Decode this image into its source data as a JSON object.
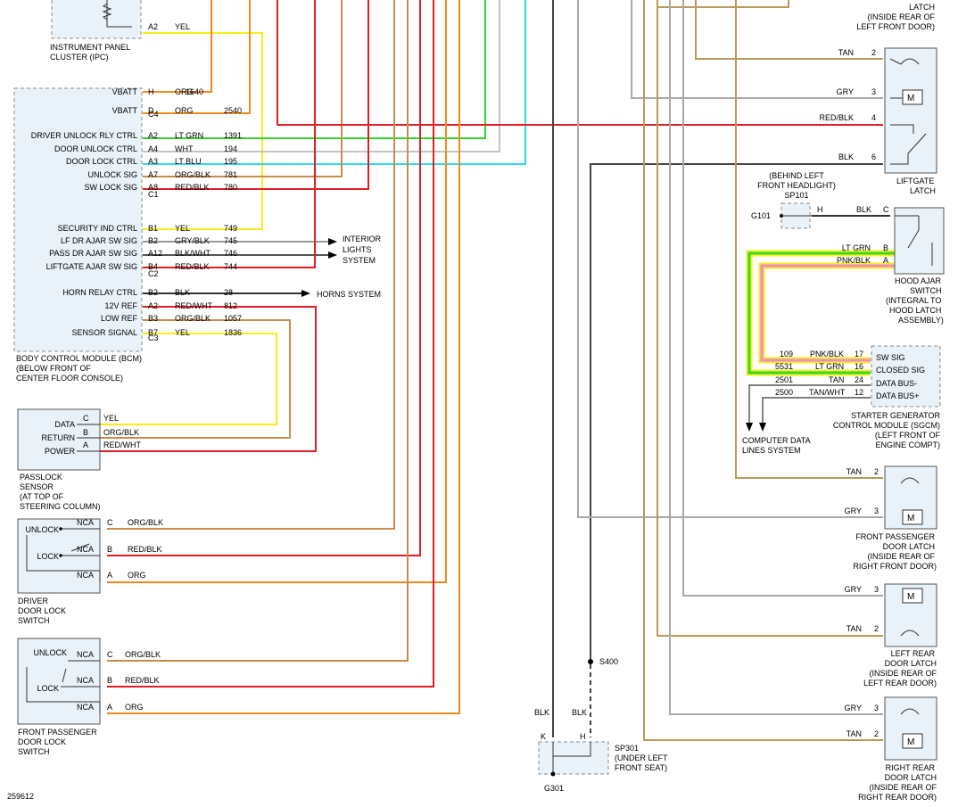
{
  "diagram_id": "259612",
  "colors": {
    "ORG": "#f08a1c",
    "RED": "#e01f25",
    "YEL": "#f7ee1a",
    "LTGRN": "#36d630",
    "LTBLU": "#2fd9e8",
    "WHT": "#b8b8b8",
    "TAN": "#b89a5e",
    "ORGBLK": "#c98c4c",
    "REDBLK": "#e01f25",
    "GRY": "#a8a8a8",
    "BLK": "#404040",
    "PNK": "#f08ad0"
  },
  "modules": {
    "ipc": {
      "label1": "INSTRUMENT PANEL",
      "label2": "CLUSTER (IPC)"
    },
    "bcm": {
      "label1": "BODY CONTROL MODULE (BCM)",
      "label2": "(BELOW FRONT OF",
      "label3": "CENTER FLOOR CONSOLE)"
    },
    "passlock": {
      "label1": "PASSLOCK",
      "label2": "SENSOR",
      "label3": "(AT TOP OF",
      "label4": "STEERING COLUMN)",
      "pin_data": "DATA",
      "pin_return": "RETURN",
      "pin_power": "POWER"
    },
    "driver_switch": {
      "label1": "DRIVER",
      "label2": "DOOR LOCK",
      "label3": "SWITCH",
      "unlock": "UNLOCK",
      "lock": "LOCK"
    },
    "fp_switch": {
      "label1": "FRONT PASSENGER",
      "label2": "DOOR LOCK",
      "label3": "SWITCH",
      "unlock": "UNLOCK",
      "lock": "LOCK"
    },
    "liftgate": {
      "label1": "LIFTGATE",
      "label2": "LATCH"
    },
    "lf_latch": {
      "label1": "LATCH",
      "label2": "(INSIDE REAR OF",
      "label3": "LEFT FRONT DOOR)"
    },
    "hood": {
      "label1": "HOOD AJAR",
      "label2": "SWITCH",
      "label3": "(INTEGRAL TO",
      "label4": "HOOD LATCH",
      "label5": "ASSEMBLY)"
    },
    "sgcm": {
      "label1": "STARTER GENERATOR",
      "label2": "CONTROL MODULE (SGCM)",
      "label3": "(LEFT FRONT OF",
      "label4": "ENGINE COMPT)",
      "pin_sw": "SW SIG",
      "pin_closed": "CLOSED SIG",
      "pin_dminus": "DATA BUS-",
      "pin_dplus": "DATA BUS+"
    },
    "fp_latch": {
      "label1": "FRONT PASSENGER",
      "label2": "DOOR LATCH",
      "label3": "(INSIDE REAR OF",
      "label4": "RIGHT FRONT DOOR)"
    },
    "lr_latch": {
      "label1": "LEFT REAR",
      "label2": "DOOR LATCH",
      "label3": "(INSIDE REAR OF",
      "label4": "LEFT REAR DOOR)"
    },
    "rr_latch": {
      "label1": "RIGHT REAR",
      "label2": "DOOR LATCH",
      "label3": "(INSIDE REAR OF",
      "label4": "RIGHT REAR DOOR)"
    },
    "sp101": {
      "label1": "(BEHIND LEFT",
      "label2": "FRONT HEADLIGHT)",
      "label3": "SP101",
      "ground": "G101"
    },
    "sp301": {
      "label1": "SP301",
      "label2": "(UNDER LEFT",
      "label3": "FRONT SEAT)",
      "ground": "G301",
      "pin_k": "K",
      "pin_h": "H"
    },
    "s400": "S400"
  },
  "destinations": {
    "interior": {
      "l1": "INTERIOR",
      "l2": "LIGHTS",
      "l3": "SYSTEM"
    },
    "horns": "HORNS SYSTEM",
    "data": {
      "l1": "COMPUTER DATA",
      "l2": "LINES SYSTEM"
    }
  },
  "ipc_pins": [
    {
      "pin": "A2",
      "color": "YEL"
    }
  ],
  "bcm_pins": [
    {
      "name": "VBATT",
      "pin": "H",
      "color": "ORG",
      "circuit": "1640"
    },
    {
      "name": "VBATT",
      "pin": "D",
      "color": "ORG",
      "circuit": "2540"
    },
    {
      "name": "",
      "pin": "C4",
      "color": "",
      "circuit": ""
    },
    {
      "name": "DRIVER UNLOCK RLY CTRL",
      "pin": "A2",
      "color": "LT GRN",
      "circuit": "1391"
    },
    {
      "name": "DOOR UNLOCK CTRL",
      "pin": "A4",
      "color": "WHT",
      "circuit": "194"
    },
    {
      "name": "DOOR LOCK CTRL",
      "pin": "A3",
      "color": "LT BLU",
      "circuit": "195"
    },
    {
      "name": "UNLOCK SIG",
      "pin": "A7",
      "color": "ORG/BLK",
      "circuit": "781"
    },
    {
      "name": "SW LOCK SIG",
      "pin": "A8",
      "color": "RED/BLK",
      "circuit": "780"
    },
    {
      "name": "",
      "pin": "C1",
      "color": "",
      "circuit": ""
    },
    {
      "name": "SECURITY IND CTRL",
      "pin": "B1",
      "color": "YEL",
      "circuit": "749"
    },
    {
      "name": "LF DR AJAR SW SIG",
      "pin": "B2",
      "color": "GRY/BLK",
      "circuit": "745"
    },
    {
      "name": "PASS DR AJAR SW SIG",
      "pin": "A12",
      "color": "BLK/WHT",
      "circuit": "746"
    },
    {
      "name": "LIFTGATE AJAR SW SIG",
      "pin": "B4",
      "color": "RED/BLK",
      "circuit": "744"
    },
    {
      "name": "",
      "pin": "C2",
      "color": "",
      "circuit": ""
    },
    {
      "name": "HORN RELAY CTRL",
      "pin": "B2",
      "color": "BLK",
      "circuit": "28"
    },
    {
      "name": "12V REF",
      "pin": "A2",
      "color": "RED/WHT",
      "circuit": "812"
    },
    {
      "name": "LOW REF",
      "pin": "B3",
      "color": "ORG/BLK",
      "circuit": "1057"
    },
    {
      "name": "SENSOR SIGNAL",
      "pin": "B7",
      "color": "YEL",
      "circuit": "1836"
    },
    {
      "name": "",
      "pin": "C3",
      "color": "",
      "circuit": ""
    }
  ],
  "passlock_pins": [
    {
      "pin": "C",
      "color": "YEL"
    },
    {
      "pin": "B",
      "color": "ORG/BLK"
    },
    {
      "pin": "A",
      "color": "RED/WHT"
    }
  ],
  "driver_switch_pins": [
    {
      "nca": "NCA",
      "pin": "C",
      "color": "ORG/BLK"
    },
    {
      "nca": "NCA",
      "pin": "B",
      "color": "RED/BLK"
    },
    {
      "nca": "NCA",
      "pin": "A",
      "color": "ORG"
    }
  ],
  "fp_switch_pins": [
    {
      "nca": "NCA",
      "pin": "C",
      "color": "ORG/BLK"
    },
    {
      "nca": "NCA",
      "pin": "B",
      "color": "RED/BLK"
    },
    {
      "nca": "NCA",
      "pin": "A",
      "color": "ORG"
    }
  ],
  "liftgate_pins": [
    {
      "color": "TAN",
      "pin": "2"
    },
    {
      "color": "GRY",
      "pin": "3"
    },
    {
      "color": "RED/BLK",
      "pin": "4"
    },
    {
      "color": "BLK",
      "pin": "6"
    }
  ],
  "hood_pins": [
    {
      "color": "BLK",
      "pin": "C",
      "sp_pin": "H"
    },
    {
      "color": "LT GRN",
      "pin": "B"
    },
    {
      "color": "PNK/BLK",
      "pin": "A"
    }
  ],
  "sgcm_pins": [
    {
      "circuit": "109",
      "color": "PNK/BLK",
      "pin": "17"
    },
    {
      "circuit": "5531",
      "color": "LT GRN",
      "pin": "16"
    },
    {
      "circuit": "2501",
      "color": "TAN",
      "pin": "24"
    },
    {
      "circuit": "2500",
      "color": "TAN/WHT",
      "pin": "12"
    }
  ],
  "fp_latch_pins": [
    {
      "color": "TAN",
      "pin": "2"
    },
    {
      "color": "GRY",
      "pin": "3"
    }
  ],
  "lr_latch_pins": [
    {
      "color": "GRY",
      "pin": "3"
    },
    {
      "color": "TAN",
      "pin": "2"
    }
  ],
  "rr_latch_pins": [
    {
      "color": "GRY",
      "pin": "3"
    },
    {
      "color": "TAN",
      "pin": "2"
    }
  ],
  "ground_wires": [
    {
      "color": "BLK"
    },
    {
      "color": "BLK"
    }
  ]
}
